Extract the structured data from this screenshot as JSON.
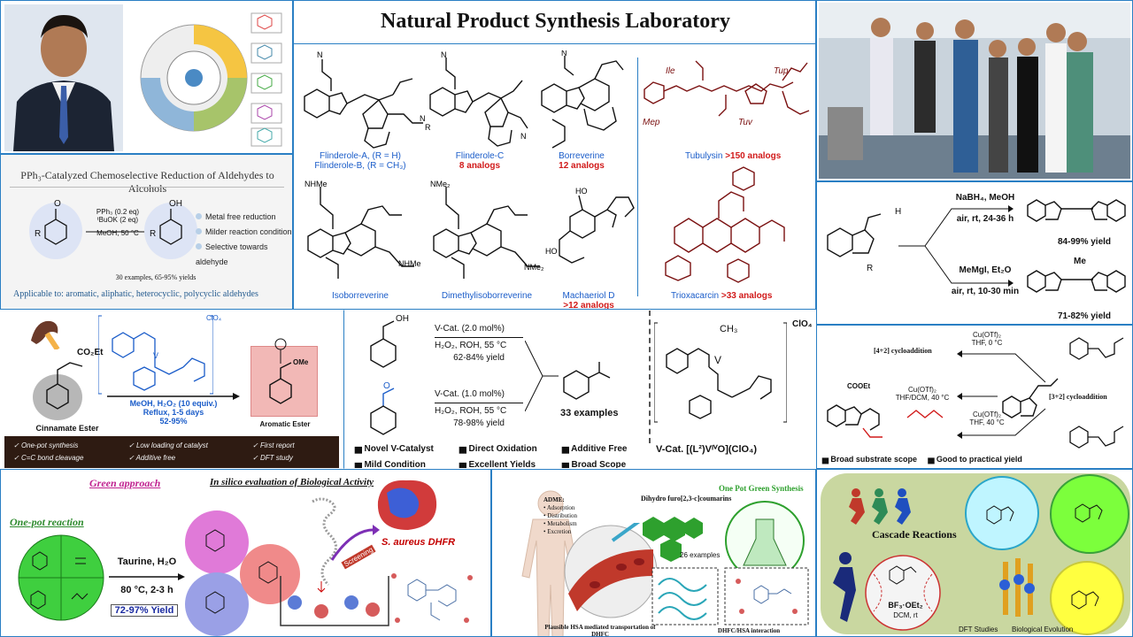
{
  "header": {
    "title": "Natural Product Synthesis Laboratory"
  },
  "colors": {
    "border": "#2a7fc4",
    "label_blue": "#1a5cc9",
    "label_red": "#d11919",
    "structure_red": "#7a1010",
    "green_circle": "#3fcf3f",
    "pink_circle": "#e07ad8",
    "purple_circle": "#9aa0e6",
    "salmon_box": "#f2b8b6",
    "cascade_bg": "#c9d7a0"
  },
  "structures": [
    {
      "name": "Flinderole-A, (R = H)",
      "sub": "Flinderole-B, (R = CH₃)",
      "count": ""
    },
    {
      "name": "Flinderole-C",
      "count": "8 analogs"
    },
    {
      "name": "Borreverine",
      "count": "12 analogs"
    },
    {
      "name": "Tubulysin",
      "count": ">150 analogs"
    },
    {
      "name": "Isoborreverine",
      "count": ""
    },
    {
      "name": "Dimethylisoborreverine",
      "count": ""
    },
    {
      "name": "Machaeriol D",
      "count": ">12 analogs"
    },
    {
      "name": "Trioxacarcin",
      "count": ">33 analogs"
    }
  ],
  "tubulysin_labels": {
    "ile": "Ile",
    "tup": "Tup",
    "mep": "Mep",
    "tuv": "Tuv"
  },
  "pph3": {
    "title": "PPh₃-Catalyzed Chemoselective Reduction of Aldehydes to Alcohols",
    "conditions": [
      "PPh₃ (0.2 eq)",
      "ᵗBuOK (2 eq)",
      "MeOH, 50 °C"
    ],
    "benefits": [
      "Metal free reduction",
      "Milder reaction condition",
      "Selective towards aldehyde"
    ],
    "examples": "30 examples, 65-95% yields",
    "applicable": "Applicable to: aromatic, aliphatic, heterocyclic, polycyclic aldehydes",
    "aldehyde": "O",
    "alcohol": "OH",
    "r": "R"
  },
  "indole": {
    "top_reagent": "NaBH₄, MeOH",
    "top_cond": "air, rt, 24-36 h",
    "top_yield": "84-99% yield",
    "bottom_reagent": "MeMgI, Et₂O",
    "bottom_cond": "air, rt, 10-30 min",
    "bottom_yield": "71-82% yield",
    "me": "Me",
    "h": "H",
    "r": "R"
  },
  "vanadium_left": {
    "cinnamate": "Cinnamate Ester",
    "aromatic": "Aromatic Ester",
    "reagents": "MeOH, H₂O₂ (10 equiv.)",
    "time": "Reflux, 1-5 days",
    "yield": "52-95%",
    "clo4": "ClO₄",
    "co2et": "CO₂Et",
    "ome": "OMe",
    "features": [
      "One-pot synthesis",
      "Low loading of catalyst",
      "First report",
      "C=C bond cleavage",
      "Additive free",
      "DFT study"
    ]
  },
  "vanadium_right": {
    "cond1": [
      "V-Cat. (2.0 mol%)",
      "H₂O₂, ROH, 55 °C",
      "62-84% yield"
    ],
    "cond2": [
      "V-Cat. (1.0 mol%)",
      "H₂O₂, ROH, 55 °C",
      "78-98% yield"
    ],
    "examples": "33 examples",
    "catalyst": "V-Cat. [(L²)VᴵⱽO](ClO₄)",
    "clo4": "ClO₄",
    "features": [
      "Novel V-Catalyst",
      "Direct Oxidation",
      "Additive Free",
      "Mild Condition",
      "Excellent Yields",
      "Broad Scope"
    ]
  },
  "cycloaddition": {
    "top_label": "[4+2] cycloaddition",
    "right_label": "[3+2] cycloaddition",
    "cond_top": [
      "Cu(OTf)₂",
      "THF, 0 °C"
    ],
    "cond_left": [
      "Cu(OTf)₂",
      "THF/DCM, 40 °C"
    ],
    "cond_bottom": [
      "Cu(OTf)₂",
      "THF, 40 °C"
    ],
    "cooet": "COOEt",
    "footer": [
      "Broad substrate scope",
      "Good to practical yield"
    ]
  },
  "green": {
    "green_approach": "Green approach",
    "in_silico": "In silico evaluation of Biological Activity",
    "one_pot": "One-pot reaction",
    "reagent": "Taurine, H₂O",
    "cond": "80 °C, 2-3 h",
    "yield": "72-97% Yield",
    "target": "S. aureus DHFR",
    "screening": "Screening"
  },
  "adme": {
    "title": "ADME:",
    "items": [
      "Adsorption",
      "Distribution",
      "Metabolism",
      "Excretion"
    ],
    "dihydro": "Dihydro furo[2,3-c]coumarins",
    "one_pot": "One Pot Green Synthesis",
    "examples": "26 examples",
    "plausible": "Plausible HSA mediated transportation of DHFC",
    "interaction": "DHFC/HSA interaction"
  },
  "cascade": {
    "title": "Cascade Reactions",
    "lewis": "BF₃·OEt₂",
    "lewis_cond": "DCM, rt",
    "dft": "DFT Studies",
    "bio": "Biological Evolution"
  }
}
